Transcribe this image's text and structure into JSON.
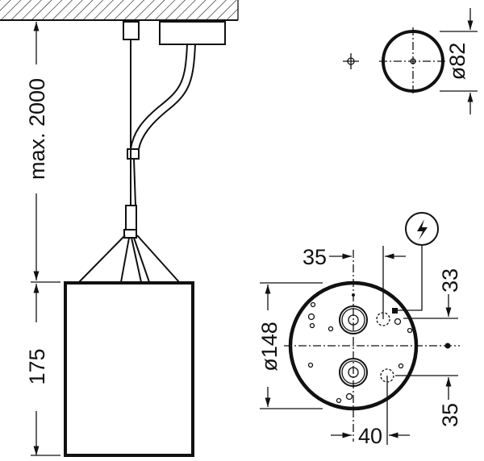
{
  "dimensions": {
    "suspension_length": "max. 2000",
    "luminaire_height": "175",
    "canopy_diameter": "ø82",
    "luminaire_diameter": "ø148",
    "offset_top": "35",
    "offset_right_top": "33",
    "offset_right_bottom": "35",
    "offset_bottom": "40"
  },
  "symbols": {
    "power": "lightning-icon"
  },
  "colors": {
    "line": "#111111",
    "background": "#ffffff"
  }
}
